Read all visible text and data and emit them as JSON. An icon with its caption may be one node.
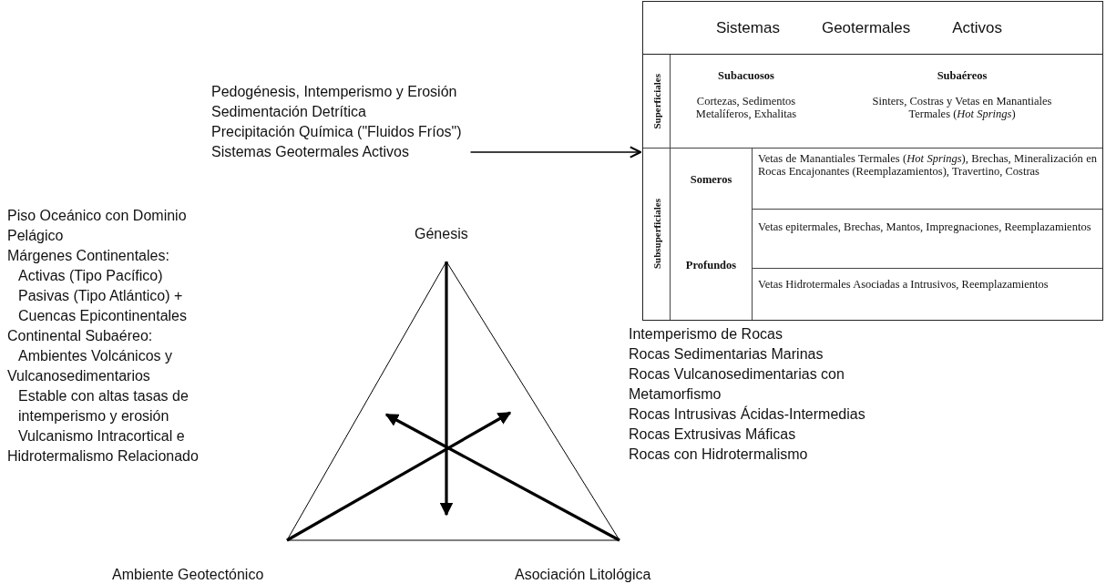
{
  "diagram": {
    "nodes": [
      {
        "text": [
          "Sistemas",
          "Geotermales",
          "Activos"
        ]
      },
      {
        "text": [
          "Superficiales"
        ],
        "in": 0
      },
      {
        "text": [
          "Subacuosos",
          "Cortezas, Sedimentos Metalíferos, Exhalitas"
        ],
        "in": 0
      },
      {
        "text": [
          "Subaéreos",
          "Sinters, Costras y Vetas en Manantiales Termales (*Hot Springs*)"
        ],
        "in": 0
      },
      {
        "text": [
          "Subsuperficiales"
        ],
        "in": 0
      },
      {
        "text": [
          "Someros"
        ],
        "in": 0
      },
      {
        "text": [
          "Vetas de Manantiales Termales (*Hot Springs*), Brechas, Mineralización en Rocas Encajonantes (Reemplazamientos), Travertino, Costras"
        ],
        "in": 0
      },
      {
        "text": [
          "Profundos"
        ],
        "in": 0
      },
      {
        "text": [
          "Vetas epitermales, Brechas, Mantos, Impregnaciones, Reemplazamientos"
        ],
        "in": 0
      },
      {
        "text": [
          "Vetas Hidrotermales Asociadas a Intrusivos, Reemplazamientos"
        ],
        "in": 0
      },
      {
        "text": [
          "Pedogénesis, Intemperismo y Erosión",
          "Sedimentación Detrítica",
          "Precipitación Química (\"Fluidos Fríos\")",
          "Sistemas Geotermales Activos"
        ]
      },
      {
        "text": [
          "Piso Oceánico con Dominio Pelágico",
          "Márgenes Continentales:",
          "Activas (Tipo Pacífico)",
          "Pasivas (Tipo Atlántico) + Cuencas Epicontinentales",
          "Continental Subaéreo:",
          "Ambientes Volcánicos y Vulcanosedimentarios",
          "Estable con altas tasas de intemperismo y erosión",
          "Vulcanismo Intracortical e Hidrotermalismo Relacionado"
        ]
      },
      {
        "text": [
          "Génesis"
        ]
      },
      {
        "text": [
          "Intemperismo de Rocas",
          "Rocas Sedimentarias Marinas",
          "Rocas Vulcanosedimentarias con Metamorfismo",
          "Rocas Intrusivas Ácidas-Intermedias",
          "Rocas Extrusivas Máficas",
          "Rocas con Hidrotermalismo"
        ]
      },
      {
        "text": [
          "Ambiente Geotectónico"
        ]
      },
      {
        "text": [
          "Asociación Litológica"
        ]
      }
    ],
    "edges": [
      {
        "from": 10,
        "to": 0,
        "arrow": "to"
      }
    ]
  }
}
